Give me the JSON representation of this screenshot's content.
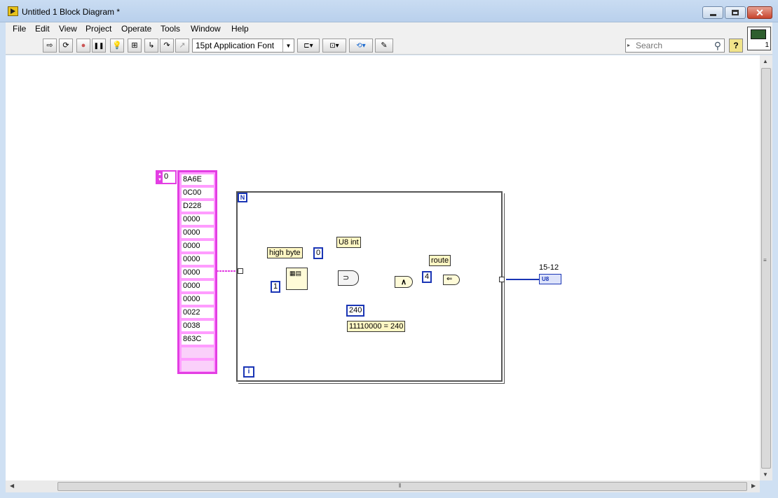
{
  "window": {
    "title": "Untitled 1 Block Diagram *",
    "close_glyph": "✕"
  },
  "menu": [
    "File",
    "Edit",
    "View",
    "Project",
    "Operate",
    "Tools",
    "Window",
    "Help"
  ],
  "toolbar": {
    "buttons": [
      {
        "name": "run-arrow-icon",
        "glyph": "⇨"
      },
      {
        "name": "run-continuously-icon",
        "glyph": "⟳"
      },
      {
        "name": "abort-icon",
        "glyph": "●"
      },
      {
        "name": "pause-icon",
        "glyph": "❚❚"
      },
      {
        "name": "highlight-execution-icon",
        "glyph": "💡"
      },
      {
        "name": "retain-wire-values-icon",
        "glyph": "⊞"
      },
      {
        "name": "step-into-icon",
        "glyph": "↳"
      },
      {
        "name": "step-over-icon",
        "glyph": "↷"
      },
      {
        "name": "step-out-icon",
        "glyph": "↗"
      }
    ],
    "font_label": "15pt Application Font",
    "search_placeholder": "Search",
    "help_label": "?",
    "vi_icon_number": "1"
  },
  "diagram": {
    "array": {
      "index": "0",
      "values": [
        "8A6E",
        "0C00",
        "D228",
        "0000",
        "0000",
        "0000",
        "0000",
        "0000",
        "0000",
        "0000",
        "0022",
        "0038",
        "863C",
        "",
        ""
      ]
    },
    "loop": {
      "n_label": "N",
      "i_label": "i"
    },
    "labels": {
      "high_byte": "high byte",
      "u8_int": "U8 int",
      "route": "route",
      "mask_note": "11110000 = 240"
    },
    "constants": {
      "split_index": "1",
      "u8_const": "0",
      "mask": "240",
      "route_val": "4"
    },
    "indicator": {
      "label": "15-12",
      "type": "U8"
    },
    "and_symbol": "∧"
  },
  "colors": {
    "array_wire": "#e33ee3",
    "numeric_wire": "#1a35b5"
  }
}
